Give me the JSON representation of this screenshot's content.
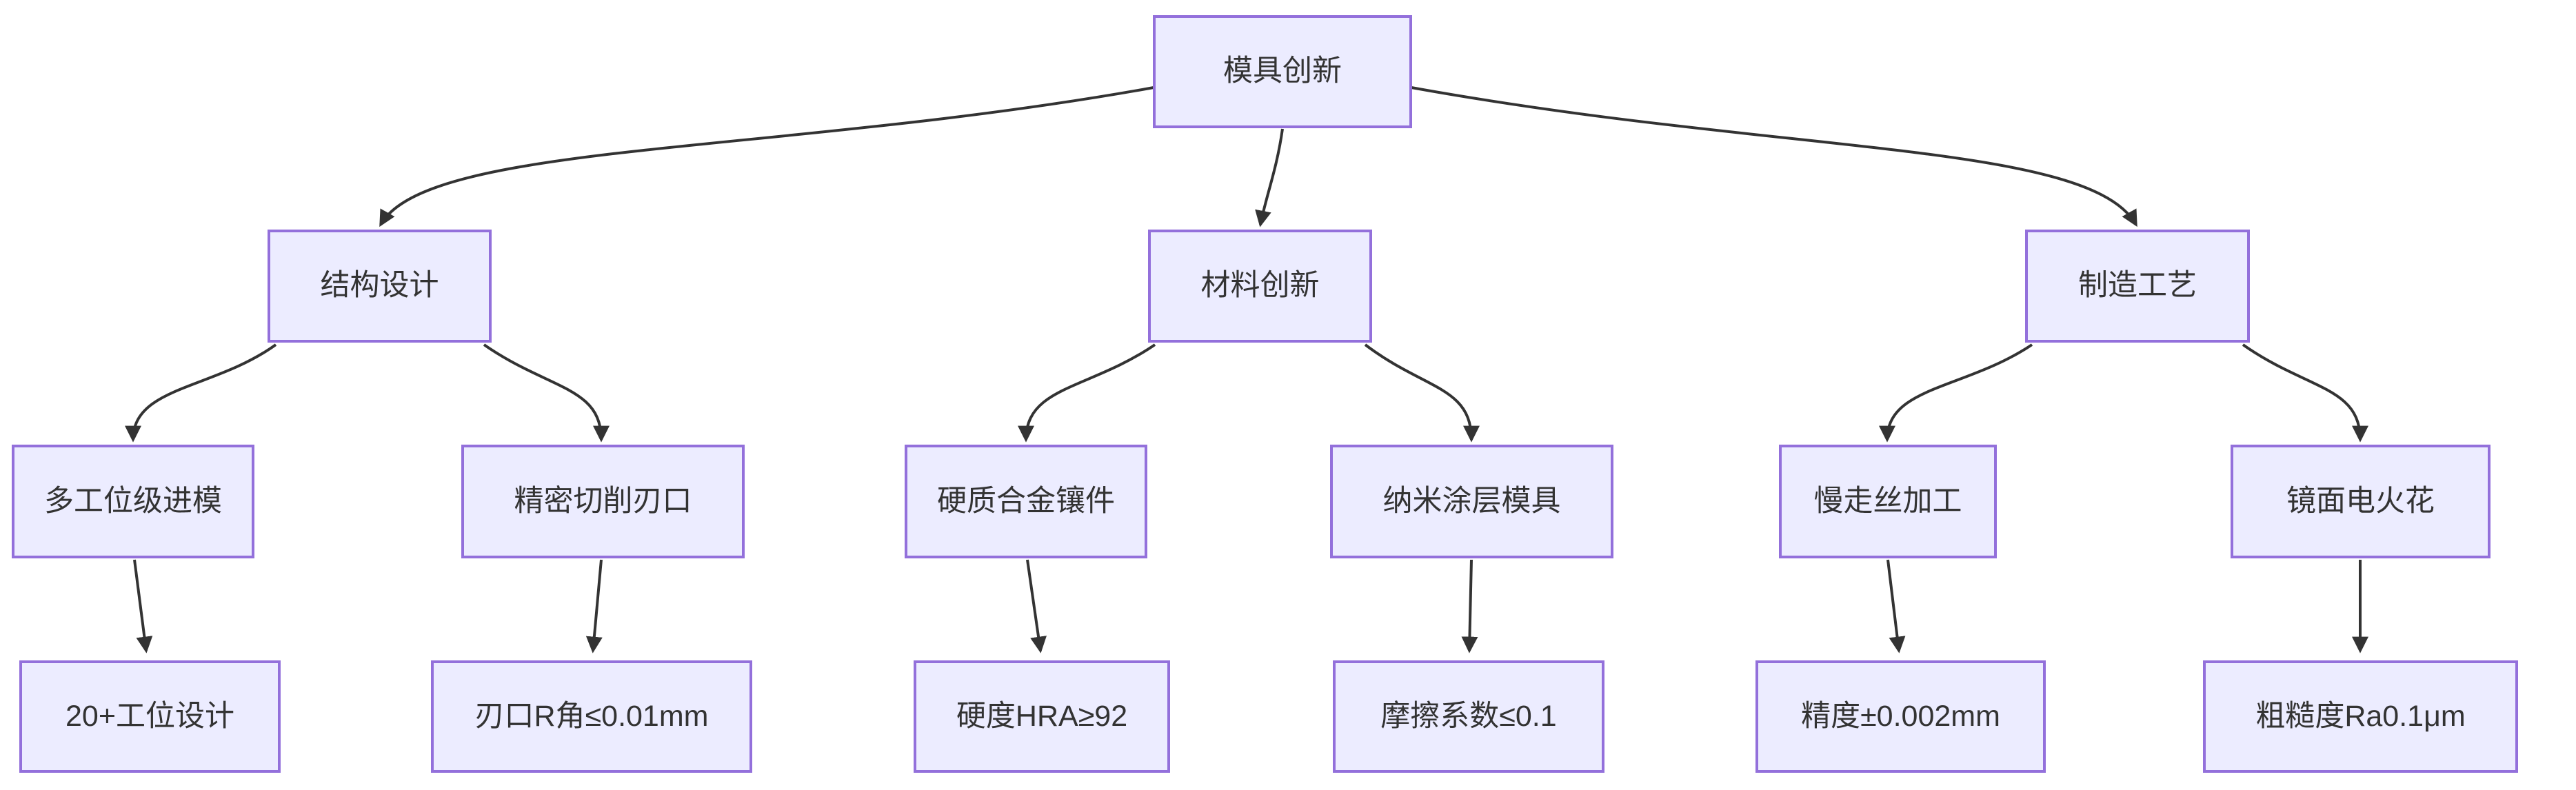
{
  "diagram": {
    "type": "flowchart-tree",
    "direction": "top-down",
    "colors": {
      "node_fill": "#ECECFF",
      "node_border": "#9370DB",
      "edge_color": "#333333",
      "text_color": "#333333",
      "background": "#ffffff"
    },
    "nodes": {
      "mold_innovation": "模具创新",
      "structure_design": "结构设计",
      "material_innovation": "材料创新",
      "manufacturing_process": "制造工艺",
      "multi_station_die": "多工位级进模",
      "precision_cutting_edge": "精密切削刃口",
      "carbide_insert": "硬质合金镶件",
      "nano_coating_mold": "纳米涂层模具",
      "slow_wire_edm": "慢走丝加工",
      "mirror_edm": "镜面电火花",
      "station_design_spec": "20+工位设计",
      "edge_r_spec": "刃口R角≤0.01mm",
      "hardness_spec": "硬度HRA≥92",
      "friction_spec": "摩擦系数≤0.1",
      "precision_spec": "精度±0.002mm",
      "roughness_spec": "粗糙度Ra0.1μm"
    },
    "edges": [
      {
        "from": "模具创新",
        "to": "结构设计"
      },
      {
        "from": "模具创新",
        "to": "材料创新"
      },
      {
        "from": "模具创新",
        "to": "制造工艺"
      },
      {
        "from": "结构设计",
        "to": "多工位级进模"
      },
      {
        "from": "结构设计",
        "to": "精密切削刃口"
      },
      {
        "from": "材料创新",
        "to": "硬质合金镶件"
      },
      {
        "from": "材料创新",
        "to": "纳米涂层模具"
      },
      {
        "from": "制造工艺",
        "to": "慢走丝加工"
      },
      {
        "from": "制造工艺",
        "to": "镜面电火花"
      },
      {
        "from": "多工位级进模",
        "to": "20+工位设计"
      },
      {
        "from": "精密切削刃口",
        "to": "刃口R角≤0.01mm"
      },
      {
        "from": "硬质合金镶件",
        "to": "硬度HRA≥92"
      },
      {
        "from": "纳米涂层模具",
        "to": "摩擦系数≤0.1"
      },
      {
        "from": "慢走丝加工",
        "to": "精度±0.002mm"
      },
      {
        "from": "镜面电火花",
        "to": "粗糙度Ra0.1μm"
      }
    ]
  }
}
